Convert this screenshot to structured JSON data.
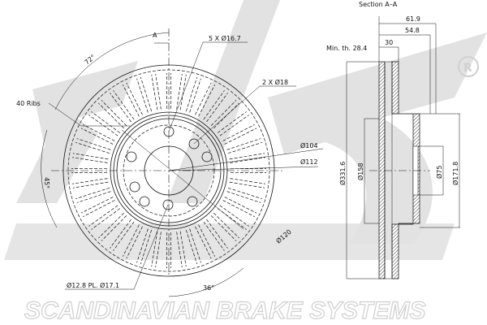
{
  "section_title": "Section A–A",
  "section_mark": "A",
  "dimensions": {
    "overall_width": "61.9",
    "hub_height": "54.8",
    "thickness": "30",
    "min_thickness": "Min. th. 28.4",
    "outer_diameter": "Ø331.6",
    "inner_diameter": "Ø158",
    "center_bore": "Ø75",
    "hat_diameter": "Ø171.8"
  },
  "callouts": {
    "bolt_holes": "5 X Ø16.7",
    "extra_holes": "2 X Ø18",
    "ribs": "40 Ribs",
    "d104": "Ø104",
    "d112": "Ø112",
    "d120": "Ø120",
    "pitch": "Ø12.8 PL. Ø17.1",
    "angle_72": "72°",
    "angle_45": "45°",
    "angle_36": "36°"
  },
  "brand": {
    "tagline": "SCANDINAVIAN BRAKE SYSTEMS",
    "logo": "sbs",
    "registered": "®"
  },
  "rib_count": 40,
  "colors": {
    "watermark": "#e0e0e0",
    "line": "#111111"
  }
}
